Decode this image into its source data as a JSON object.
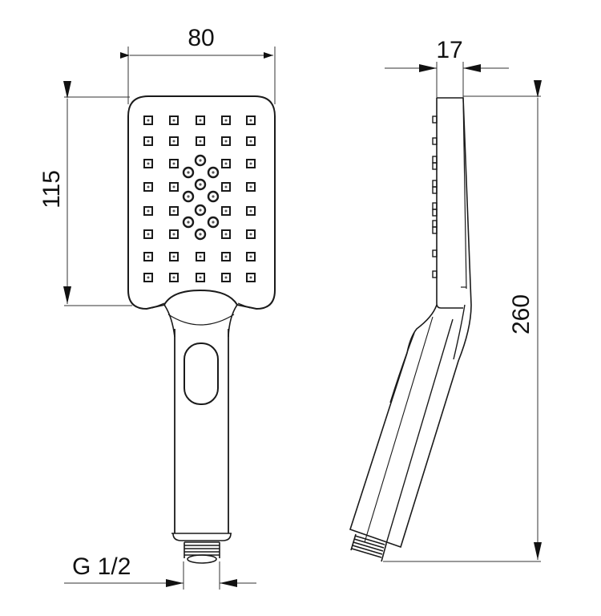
{
  "drawing": {
    "title": "Hand shower technical drawing",
    "views": [
      "front-view",
      "side-view"
    ],
    "colors": {
      "line": "#1a1a1a",
      "dimension": "#333333",
      "background": "#ffffff"
    }
  },
  "dimensions": {
    "width": "80",
    "head_height": "115",
    "depth": "17",
    "total_length": "260",
    "thread": "G 1/2"
  },
  "nozzles": {
    "square_grid_cols": 5,
    "square_grid_rows": 8,
    "circle_count": 10
  }
}
